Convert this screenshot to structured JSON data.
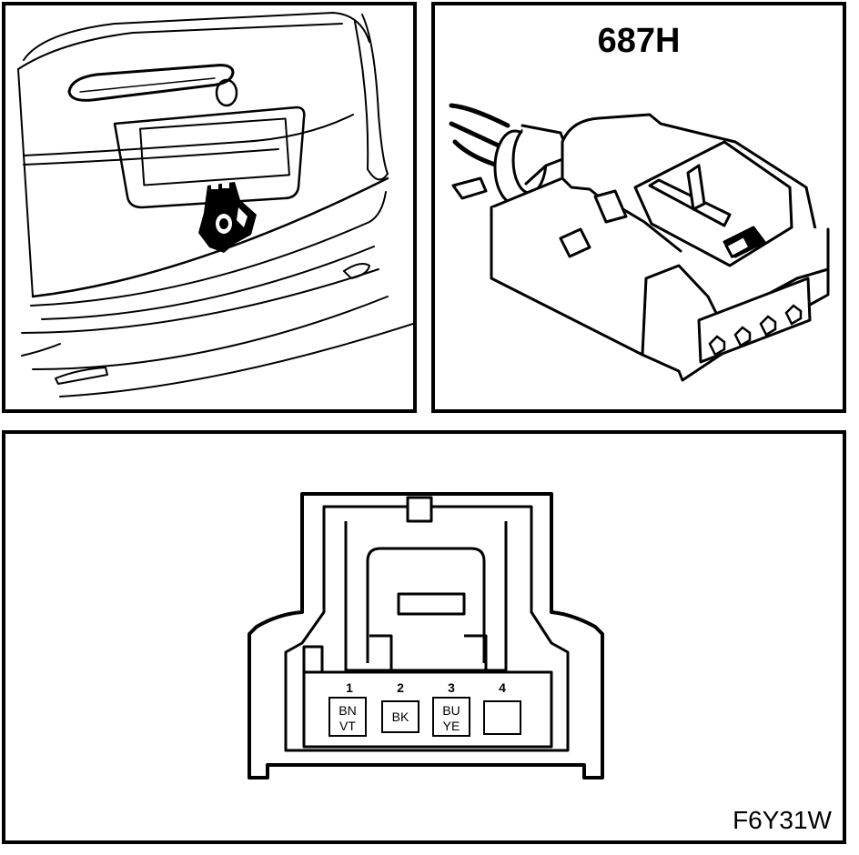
{
  "connector": {
    "id": "687H",
    "figure_code": "F6Y31W"
  },
  "pins": [
    {
      "number": "1",
      "colors": [
        "BN",
        "VT"
      ]
    },
    {
      "number": "2",
      "colors": [
        "BK"
      ]
    },
    {
      "number": "3",
      "colors": [
        "BU",
        "YE"
      ]
    },
    {
      "number": "4",
      "colors": []
    }
  ]
}
